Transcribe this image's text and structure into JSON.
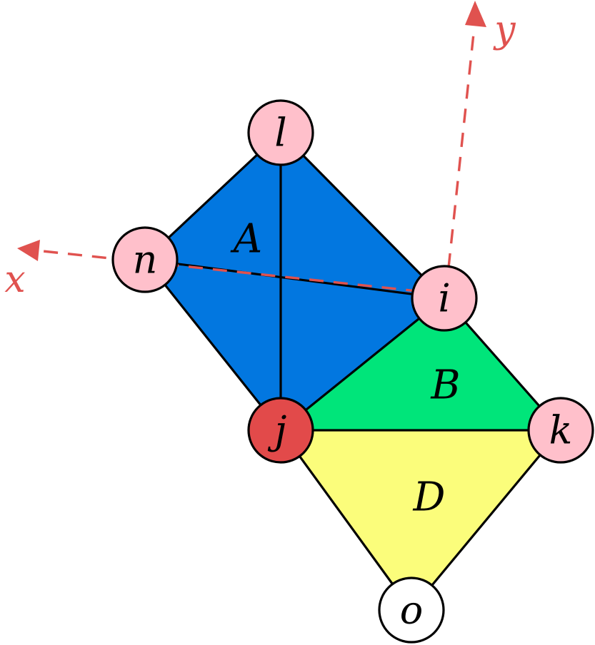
{
  "colors": {
    "region_A": "#0277E0",
    "region_B": "#00E57A",
    "region_D": "#FBFD7B",
    "node_default": "#FFC0CB",
    "node_highlight": "#E24A4A",
    "node_plain": "#FFFFFF",
    "axis": "#E0524F"
  },
  "regions": {
    "A": {
      "label": "A"
    },
    "B": {
      "label": "B"
    },
    "D": {
      "label": "D"
    }
  },
  "nodes": {
    "l": {
      "label": "l",
      "fill": "node_default"
    },
    "n": {
      "label": "n",
      "fill": "node_default"
    },
    "i": {
      "label": "i",
      "fill": "node_default"
    },
    "j": {
      "label": "j",
      "fill": "node_highlight"
    },
    "k": {
      "label": "k",
      "fill": "node_default"
    },
    "o": {
      "label": "o",
      "fill": "node_plain"
    }
  },
  "axes": {
    "x": {
      "label": "x"
    },
    "y": {
      "label": "y"
    }
  }
}
